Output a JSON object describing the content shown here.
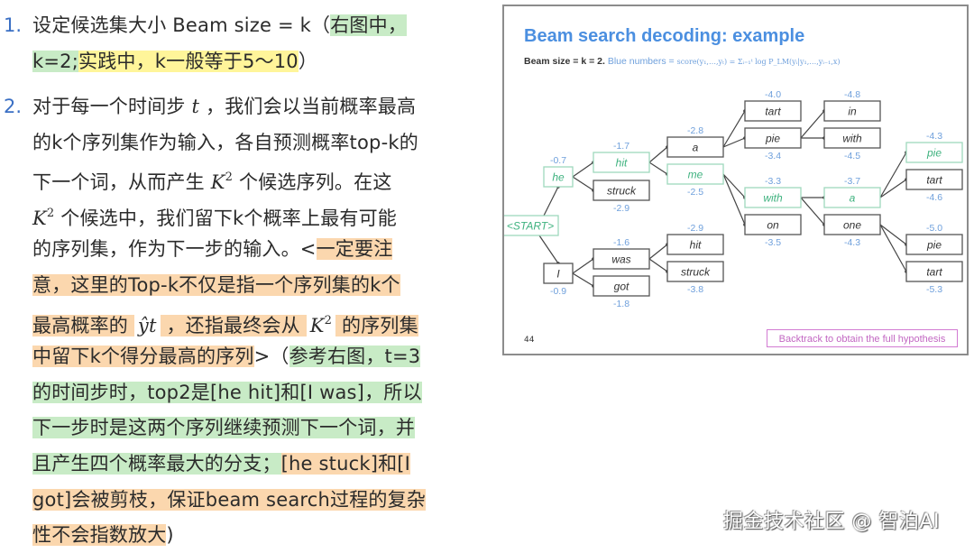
{
  "left_text": {
    "items": [
      {
        "number": "1.",
        "lines": [
          [
            {
              "t": "设定候选集大小 Beam size = k（"
            },
            {
              "t": "右图中，",
              "hl": "g"
            }
          ],
          [
            {
              "t": "k=2;",
              "hl": "g"
            },
            {
              "t": "实践中，k一般等于5～10",
              "hl": "y"
            },
            {
              "t": "）"
            }
          ]
        ]
      },
      {
        "number": "2.",
        "lines": [
          [
            {
              "t": "对于每一个时间步 "
            },
            {
              "t": "t",
              "math": true
            },
            {
              "t": " ，我们会以当前概率最高"
            }
          ],
          [
            {
              "t": "的k个序列集作为输入，各自预测概率top-k的"
            }
          ],
          [
            {
              "t": "下一个词，从而产生 "
            },
            {
              "t": "K",
              "math": true,
              "sup": "2"
            },
            {
              "t": " 个候选序列。在这"
            }
          ],
          [
            {
              "t": "K",
              "math": true,
              "sup": "2"
            },
            {
              "t": " 个候选中，我们留下k个概率上最有可能"
            }
          ],
          [
            {
              "t": "的序列集，作为下一步的输入。<"
            },
            {
              "t": "一定要注",
              "hl": "o"
            }
          ],
          [
            {
              "t": "意，这里的Top-k不仅是指一个序列集的k个",
              "hl": "o"
            }
          ],
          [
            {
              "t": "最高概率的 ",
              "hl": "o"
            },
            {
              "t": "ŷt",
              "math": true,
              "box": true
            },
            {
              "t": " ，还指最终会从 ",
              "hl": "o"
            },
            {
              "t": "K",
              "math": true,
              "sup": "2",
              "box": true
            },
            {
              "t": " 的序列集",
              "hl": "o"
            }
          ],
          [
            {
              "t": "中留下k个得分最高的序列",
              "hl": "o"
            },
            {
              "t": ">（"
            },
            {
              "t": "参考右图，t=3",
              "hl": "g"
            }
          ],
          [
            {
              "t": "的时间步时，top2是[he hit]和[I was]，所以",
              "hl": "g"
            }
          ],
          [
            {
              "t": "下一步时是这两个序列继续预测下一个词，并",
              "hl": "g"
            }
          ],
          [
            {
              "t": "且产生四个概率最大的分支；",
              "hl": "g"
            },
            {
              "t": "[he stuck]和[I",
              "hl": "o"
            }
          ],
          [
            {
              "t": "got]会被剪枝，保证beam search过程的复杂",
              "hl": "o"
            }
          ],
          [
            {
              "t": "性不会指数放大",
              "hl": "o"
            },
            {
              "t": ")"
            }
          ]
        ]
      }
    ]
  },
  "slide": {
    "title": "Beam search decoding: example",
    "subtitle_bold": "Beam size = k = 2.",
    "subtitle_blue": "Blue numbers =",
    "formula": "score(y₁,…,yₜ) = Σᵢ₌₁ᵗ log P_LM(yᵢ|y₁,…,yᵢ₋₁,x)",
    "page_number": "44",
    "backtrack_label": "Backtrack to obtain the full hypothesis",
    "colors": {
      "kept": "#3fb27f",
      "normal": "#333333",
      "score": "#6fa0dc",
      "kept_border": "#9fd8bd"
    },
    "nodes": [
      {
        "id": "start",
        "word": "<START>",
        "score": null,
        "kept": true
      },
      {
        "id": "he",
        "word": "he",
        "score": "-0.7",
        "kept": true
      },
      {
        "id": "I",
        "word": "I",
        "score": "-0.9",
        "kept": false
      },
      {
        "id": "hit",
        "word": "hit",
        "score": "-1.7",
        "kept": true
      },
      {
        "id": "struck1",
        "word": "struck",
        "score": "-2.9",
        "kept": false
      },
      {
        "id": "was",
        "word": "was",
        "score": "-1.6",
        "kept": false
      },
      {
        "id": "got",
        "word": "got",
        "score": "-1.8",
        "kept": false
      },
      {
        "id": "a1",
        "word": "a",
        "score": "-2.8",
        "kept": false
      },
      {
        "id": "me",
        "word": "me",
        "score": "-2.5",
        "kept": true
      },
      {
        "id": "hit2",
        "word": "hit",
        "score": "-2.9",
        "kept": false
      },
      {
        "id": "struck2",
        "word": "struck",
        "score": "-3.8",
        "kept": false
      },
      {
        "id": "tart1",
        "word": "tart",
        "score": "-4.0",
        "kept": false
      },
      {
        "id": "pie1",
        "word": "pie",
        "score": "-3.4",
        "kept": false
      },
      {
        "id": "with1",
        "word": "with",
        "score": "-3.3",
        "kept": true
      },
      {
        "id": "on",
        "word": "on",
        "score": "-3.5",
        "kept": false
      },
      {
        "id": "in",
        "word": "in",
        "score": "-4.8",
        "kept": false
      },
      {
        "id": "with2",
        "word": "with",
        "score": "-4.5",
        "kept": false
      },
      {
        "id": "a2",
        "word": "a",
        "score": "-3.7",
        "kept": true
      },
      {
        "id": "one",
        "word": "one",
        "score": "-4.3",
        "kept": false
      },
      {
        "id": "pie2",
        "word": "pie",
        "score": "-4.3",
        "kept": true
      },
      {
        "id": "tart2",
        "word": "tart",
        "score": "-4.6",
        "kept": false
      },
      {
        "id": "pie3",
        "word": "pie",
        "score": "-5.0",
        "kept": false
      },
      {
        "id": "tart3",
        "word": "tart",
        "score": "-5.3",
        "kept": false
      }
    ],
    "edges": [
      [
        "start",
        "he"
      ],
      [
        "start",
        "I"
      ],
      [
        "he",
        "hit"
      ],
      [
        "he",
        "struck1"
      ],
      [
        "I",
        "was"
      ],
      [
        "I",
        "got"
      ],
      [
        "hit",
        "a1"
      ],
      [
        "hit",
        "me"
      ],
      [
        "was",
        "hit2"
      ],
      [
        "was",
        "struck2"
      ],
      [
        "a1",
        "tart1"
      ],
      [
        "a1",
        "pie1"
      ],
      [
        "me",
        "with1"
      ],
      [
        "me",
        "on"
      ],
      [
        "pie1",
        "in"
      ],
      [
        "pie1",
        "with2"
      ],
      [
        "with1",
        "a2"
      ],
      [
        "with1",
        "one"
      ],
      [
        "a2",
        "pie2"
      ],
      [
        "a2",
        "tart2"
      ],
      [
        "one",
        "pie3"
      ],
      [
        "one",
        "tart3"
      ]
    ]
  },
  "watermark": "掘金技术社区 @ 智泊AI"
}
